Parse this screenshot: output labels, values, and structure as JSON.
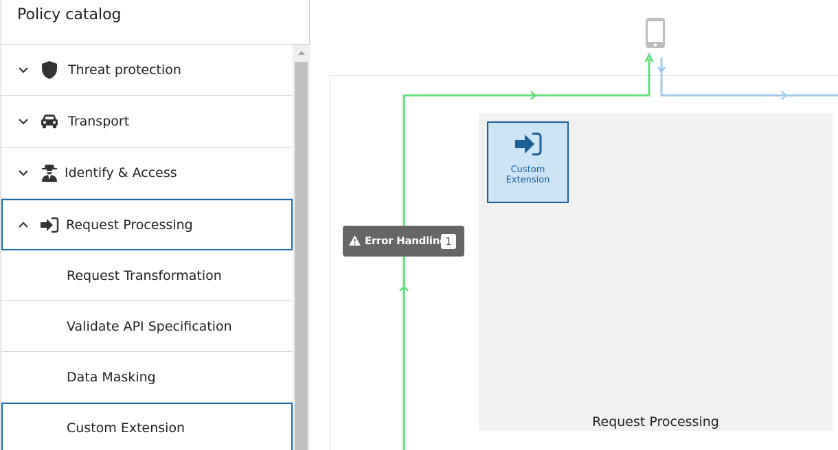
{
  "panel": {
    "title": "Policy catalog",
    "groups": [
      {
        "label": "Threat protection",
        "icon": "shield-icon",
        "expanded": false
      },
      {
        "label": "Transport",
        "icon": "car-icon",
        "expanded": false
      },
      {
        "label": "Identify & Access",
        "icon": "agent-icon",
        "expanded": false
      },
      {
        "label": "Request Processing",
        "icon": "sign-in-icon",
        "expanded": true
      }
    ],
    "children": [
      {
        "label": "Request Transformation"
      },
      {
        "label": "Validate API Specification"
      },
      {
        "label": "Data Masking"
      },
      {
        "label": "Custom Extension"
      }
    ]
  },
  "canvas": {
    "stage_label": "Request Processing",
    "policy_card": {
      "line1": "Custom",
      "line2": "Extension",
      "icon": "sign-in-icon"
    },
    "error_handling": {
      "label": "Error Handling",
      "count": "1",
      "icon": "warning-icon"
    },
    "client_icon": "mobile-phone-icon",
    "colors": {
      "request_flow": "#5ee07a",
      "response_flow": "#9fcbee",
      "selection": "#1a6fb4",
      "card_bg": "#cde4f5"
    }
  }
}
